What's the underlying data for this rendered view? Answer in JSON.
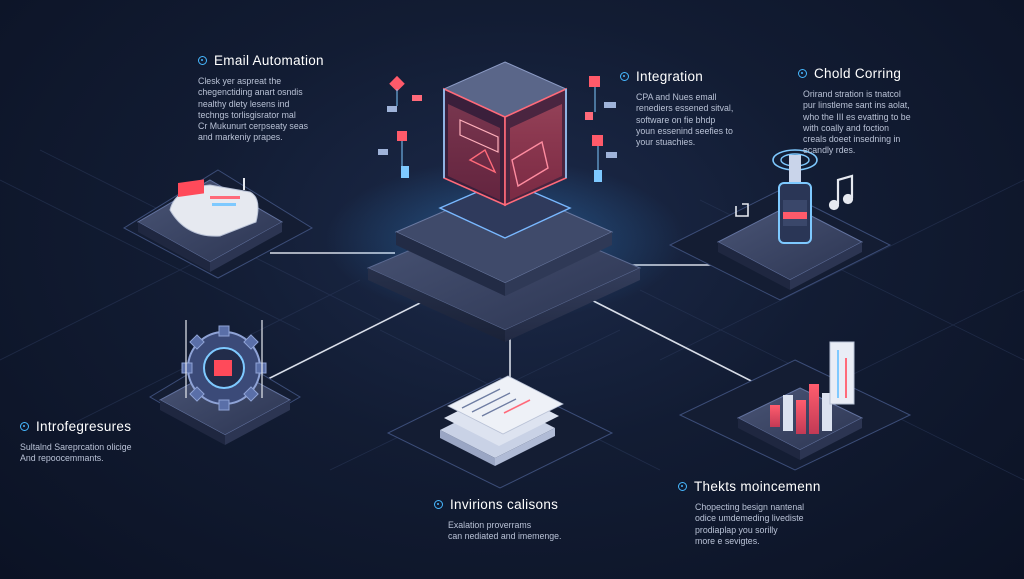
{
  "blocks": {
    "email": {
      "title": "Email Automation",
      "body": "Clesk yer aspreat the\nchegenctiding anart osndis\nnealthy dlety lesens ind\ntechngs torlisgisrator mal\nCr Mukunurt cerpseaty seas\nand markeniy prapes."
    },
    "integration": {
      "title": "Integration",
      "body": "CPA and Nues emall\nrenediers essened sitval,\nsoftware on fie bhdp\nyoun essenind seefies to\nyour stuachies."
    },
    "chold": {
      "title": "Chold Corring",
      "body": "Orirand stration is tnatcol\npur linstleme sant ins aolat,\nwho the III es evatting to be\nwith coally and foction\ncreals doeet insedning in\necandly rdes."
    },
    "intro": {
      "title": "Introfegresures",
      "body": "Sultalnd Sareprcation olicige\nAnd repoocemmants."
    },
    "invirions": {
      "title": "Invirions calisons",
      "body": "Exalation proverrams\ncan nediated and imemenge."
    },
    "thekts": {
      "title": "Thekts moincemenn",
      "body": "Chopecting besign nantenal\nodice umdemeding livediste\nprodiaplap you sorilly\nmore e sevigtes."
    }
  },
  "colors": {
    "background": "#121c33",
    "platform_top": "#3c4666",
    "accent_blue": "#47b8ff",
    "accent_red": "#ff4a5a",
    "accent_pink": "#ff8ca0"
  },
  "icons": [
    "email-automation-icon",
    "gear-icon",
    "document-stack-icon",
    "bar-chart-icon",
    "bottle-icon",
    "music-note-icon",
    "server-cube-icon"
  ]
}
